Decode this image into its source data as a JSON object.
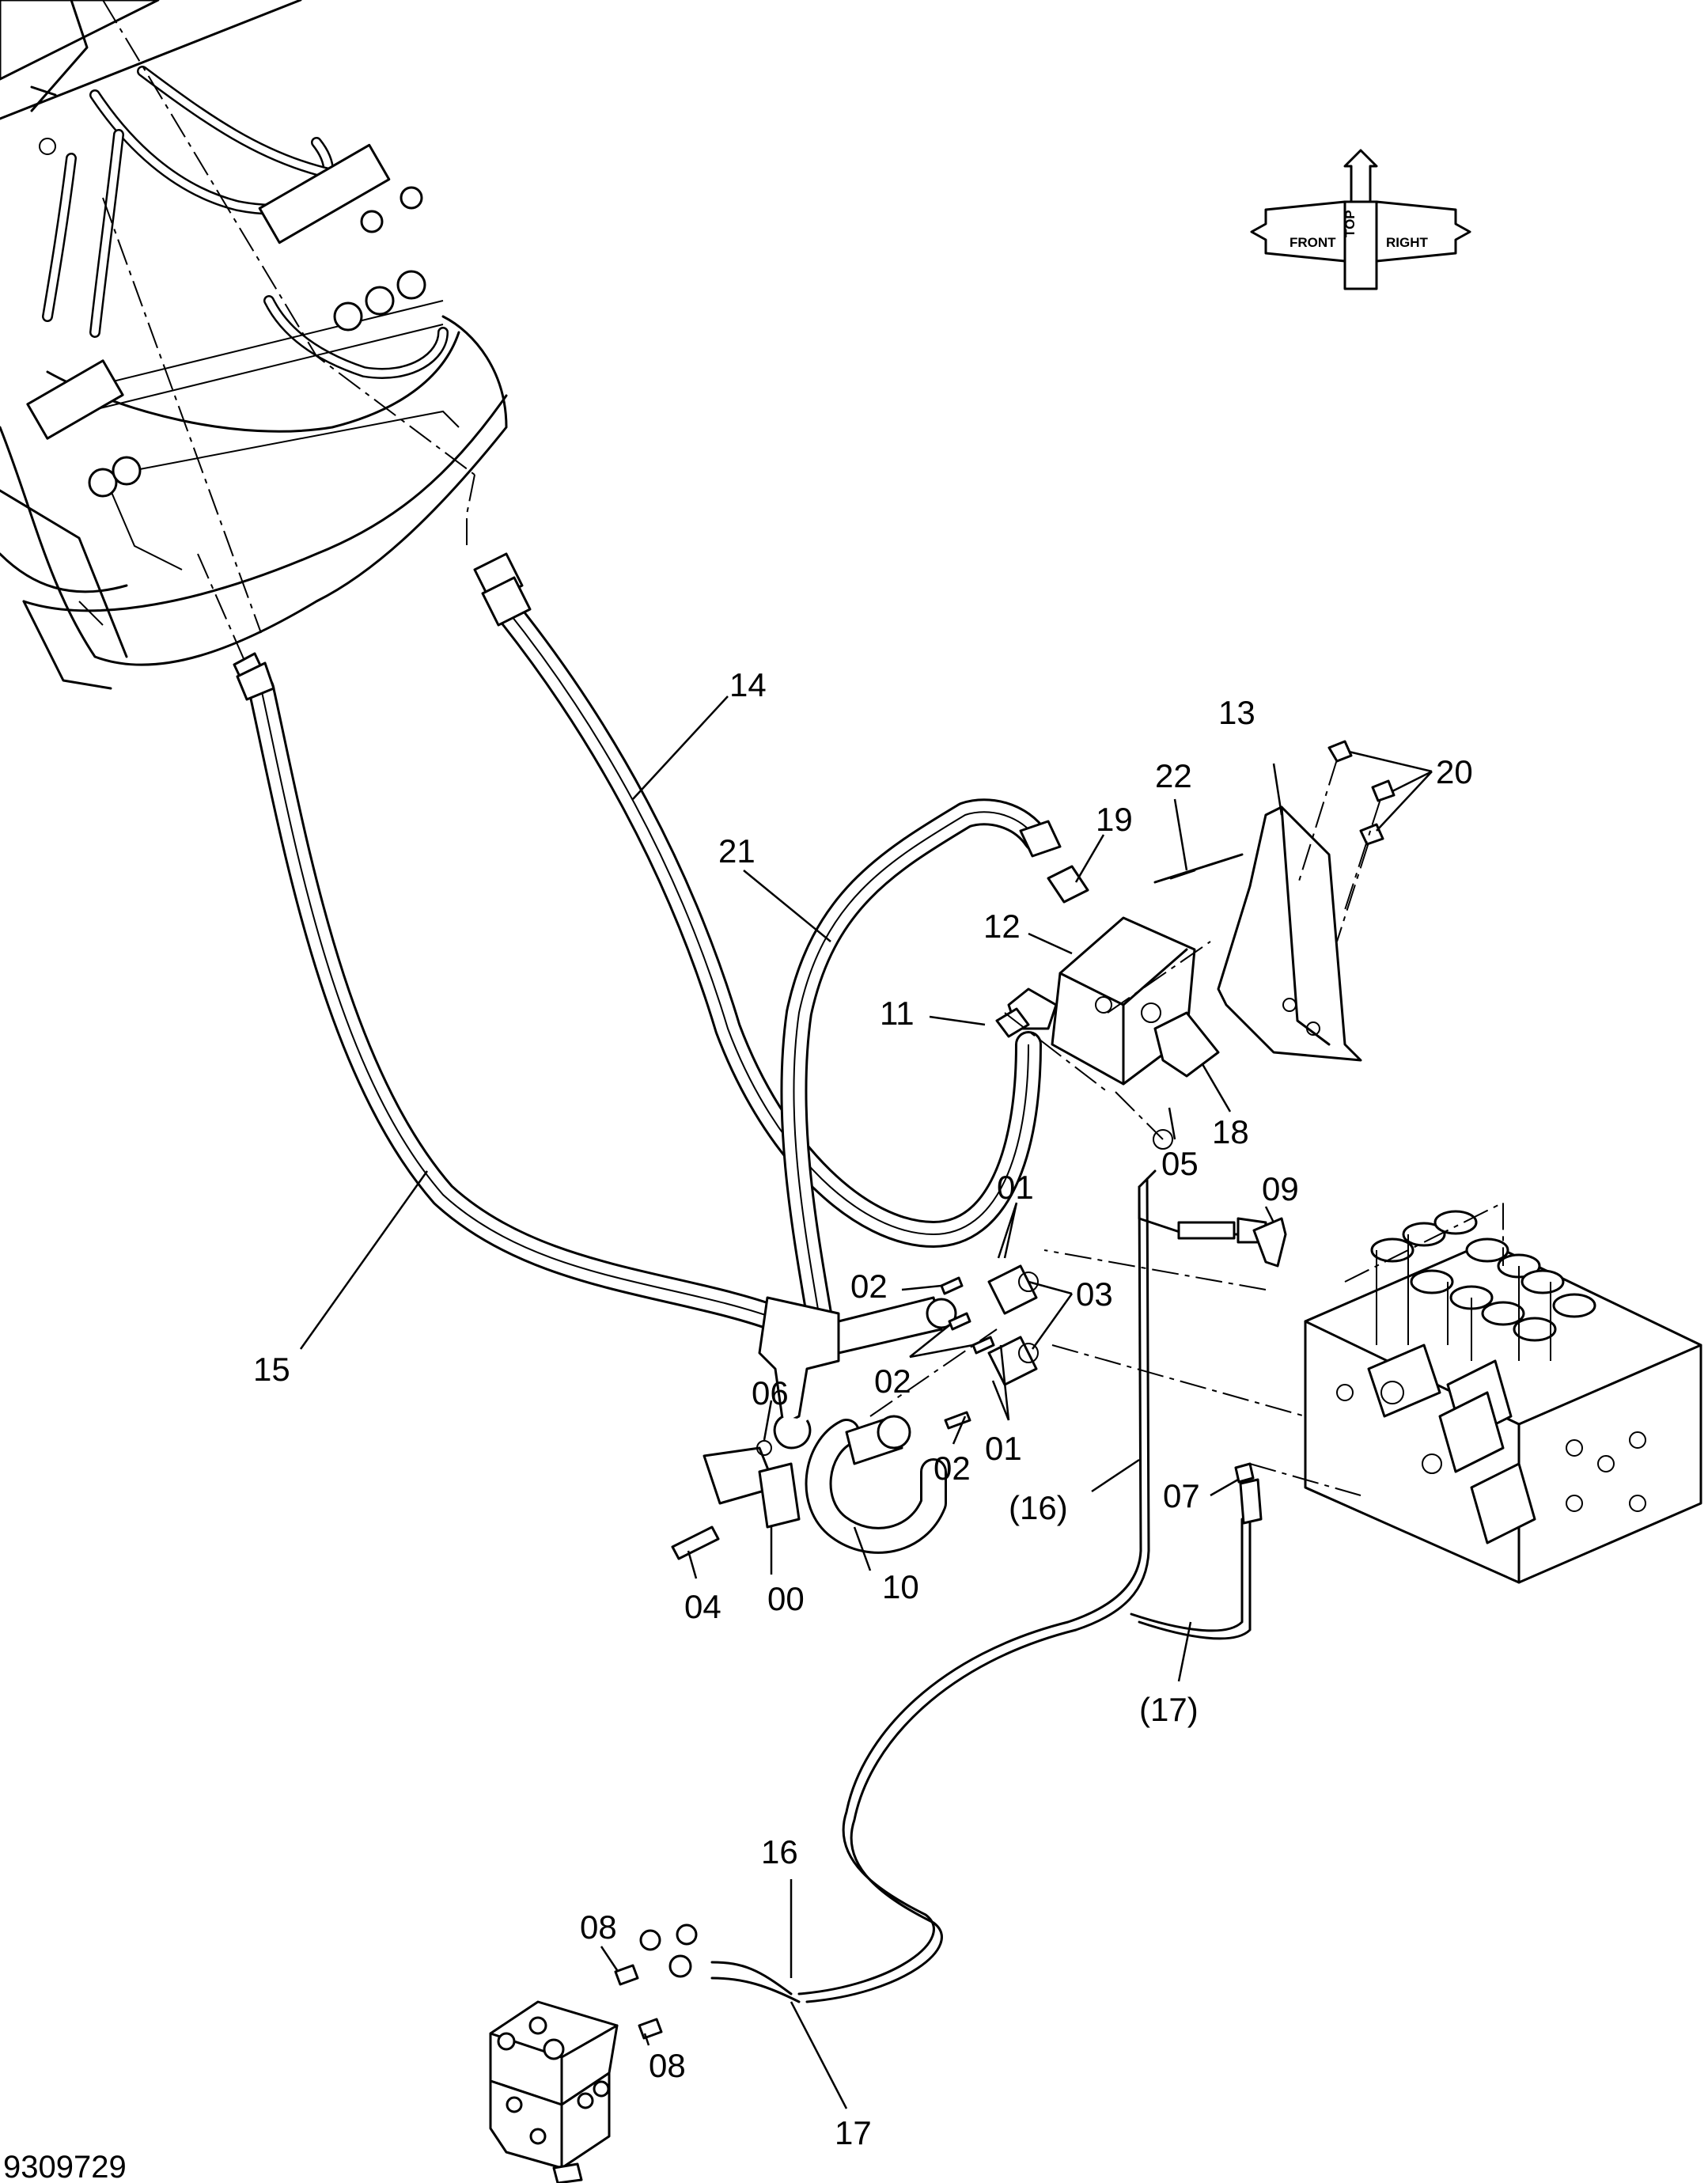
{
  "drawing_number": "9309729",
  "orientation_symbol": {
    "top": "TOP",
    "front": "FRONT",
    "right": "RIGHT"
  },
  "callouts": {
    "c14": "14",
    "c13": "13",
    "c22": "22",
    "c20": "20",
    "c21": "21",
    "c19": "19",
    "c12": "12",
    "c11": "11",
    "c18": "18",
    "c05": "05",
    "c09": "09",
    "c01a": "01",
    "c02a": "02",
    "c03": "03",
    "c02b": "02",
    "c06": "06",
    "c15": "15",
    "c02c": "02",
    "c01b": "01",
    "c16p": "(16)",
    "c07": "07",
    "c04": "04",
    "c00": "00",
    "c10": "10",
    "c17p": "(17)",
    "c16": "16",
    "c08a": "08",
    "c08b": "08",
    "c17": "17"
  }
}
